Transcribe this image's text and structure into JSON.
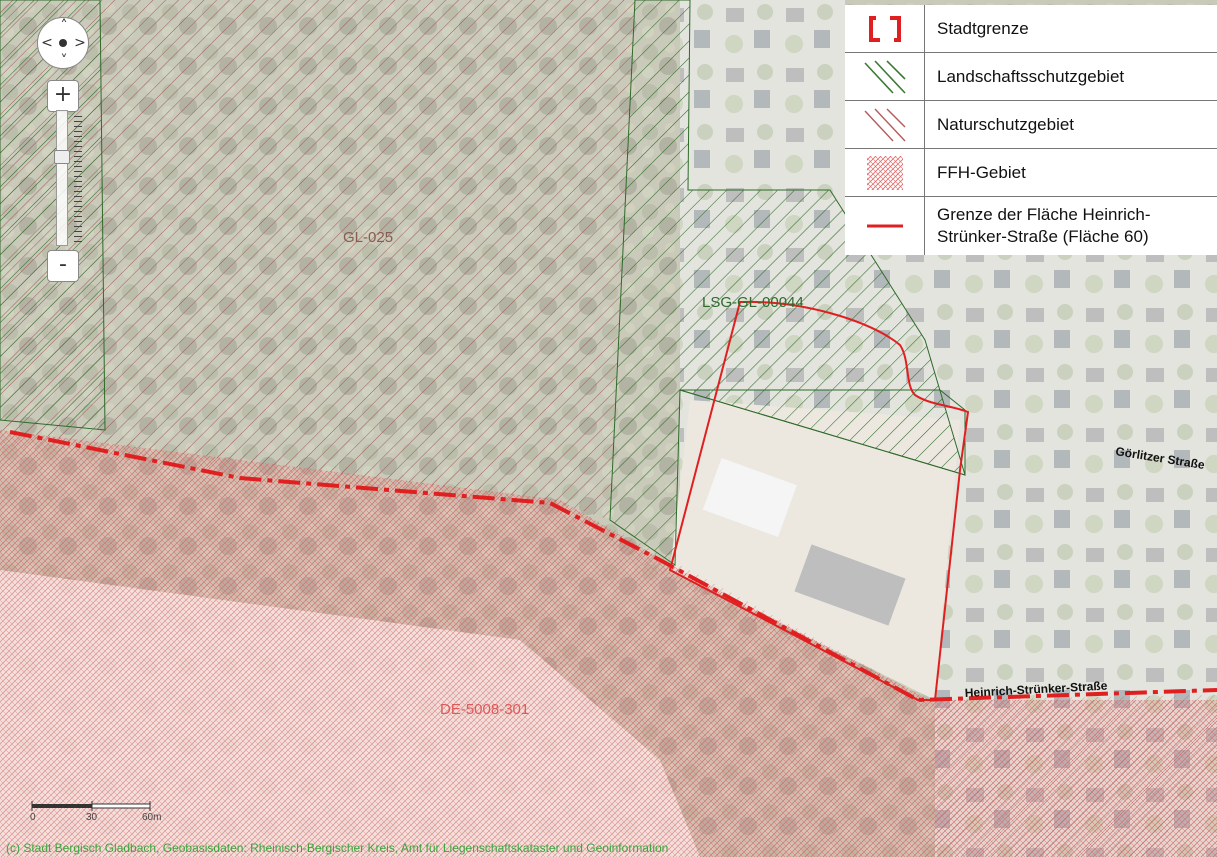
{
  "map": {
    "area_labels": {
      "gl025": "GL-025",
      "lsg": "LSG-GL-00044",
      "ffh": "DE-5008-301"
    },
    "streets": {
      "goerlitzer": "Görlitzer Straße",
      "heinrich": "Heinrich-Strünker-Straße"
    },
    "colors": {
      "stadtgrenze": "#e02020",
      "landschaftsschutz": "#3d7a35",
      "naturschutz": "#b45a5a",
      "ffh": "#e87070",
      "flaeche": "#e02020"
    }
  },
  "controls": {
    "pan_up": "‹",
    "pan_center": "",
    "zoom_in": "+",
    "zoom_out": "-"
  },
  "legend": {
    "items": [
      {
        "label": "Stadtgrenze",
        "symbol": "stadtgrenze-icon"
      },
      {
        "label": "Landschaftsschutzgebiet",
        "symbol": "landschaftsschutz-hatch-icon"
      },
      {
        "label": "Naturschutzgebiet",
        "symbol": "naturschutz-hatch-icon"
      },
      {
        "label": "FFH-Gebiet",
        "symbol": "ffh-hatch-icon"
      },
      {
        "label_line1": "Grenze der Fläche Heinrich-",
        "label_line2": "Strünker-Straße (Fläche 60)",
        "symbol": "flaeche-line-icon"
      }
    ]
  },
  "scalebar": {
    "labels": [
      "0",
      "30",
      "60m"
    ]
  },
  "attribution": "(c) Stadt Bergisch Gladbach, Geobasisdaten: Rheinisch-Bergischer Kreis, Amt für Liegenschaftskataster und Geoinformation"
}
